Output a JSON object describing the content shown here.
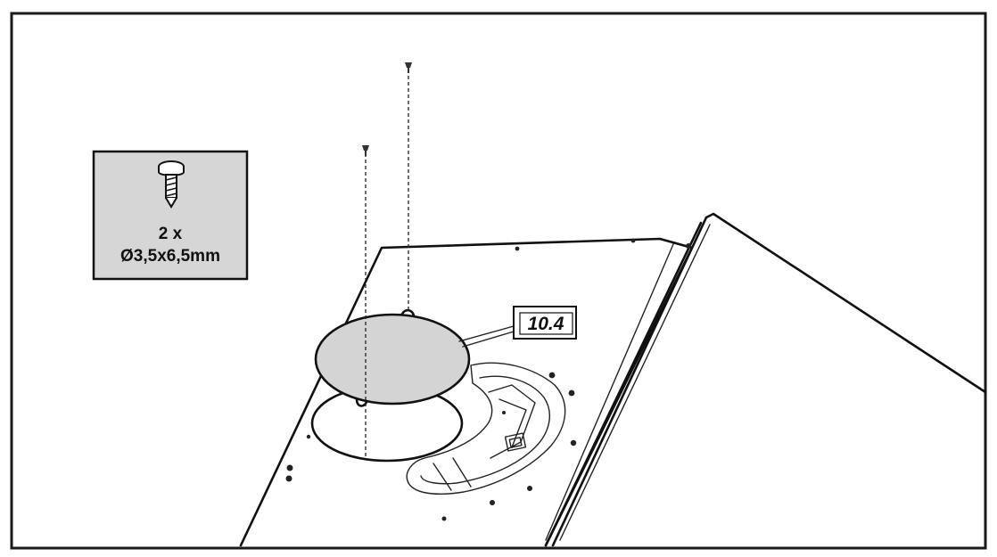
{
  "hardware_box": {
    "quantity": "2 x",
    "size": "Ø3,5x6,5mm",
    "icon": "screw-icon"
  },
  "callout": {
    "label": "10.4"
  },
  "colors": {
    "panel_fill": "#d6d6d6",
    "cover_fill": "#d4d4d4",
    "line": "#111111"
  }
}
